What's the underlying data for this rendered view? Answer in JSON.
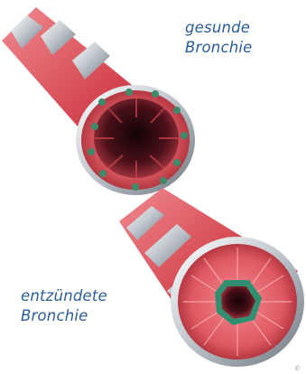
{
  "labels": {
    "healthy_line1": "gesunde",
    "healthy_line2": "Bronchie",
    "inflamed_line1": "entzündete",
    "inflamed_line2": "Bronchie"
  },
  "colors": {
    "label_text": "#2a5c9b",
    "tissue": "#d9505a",
    "tissue_light": "#ef7e84",
    "tissue_dark": "#a22a33",
    "cartilage_ring": "#b9c0c8",
    "gland": "#3f8a6a",
    "mucus": "#3a9a7a",
    "lumen_dark": "#2b0a10"
  }
}
